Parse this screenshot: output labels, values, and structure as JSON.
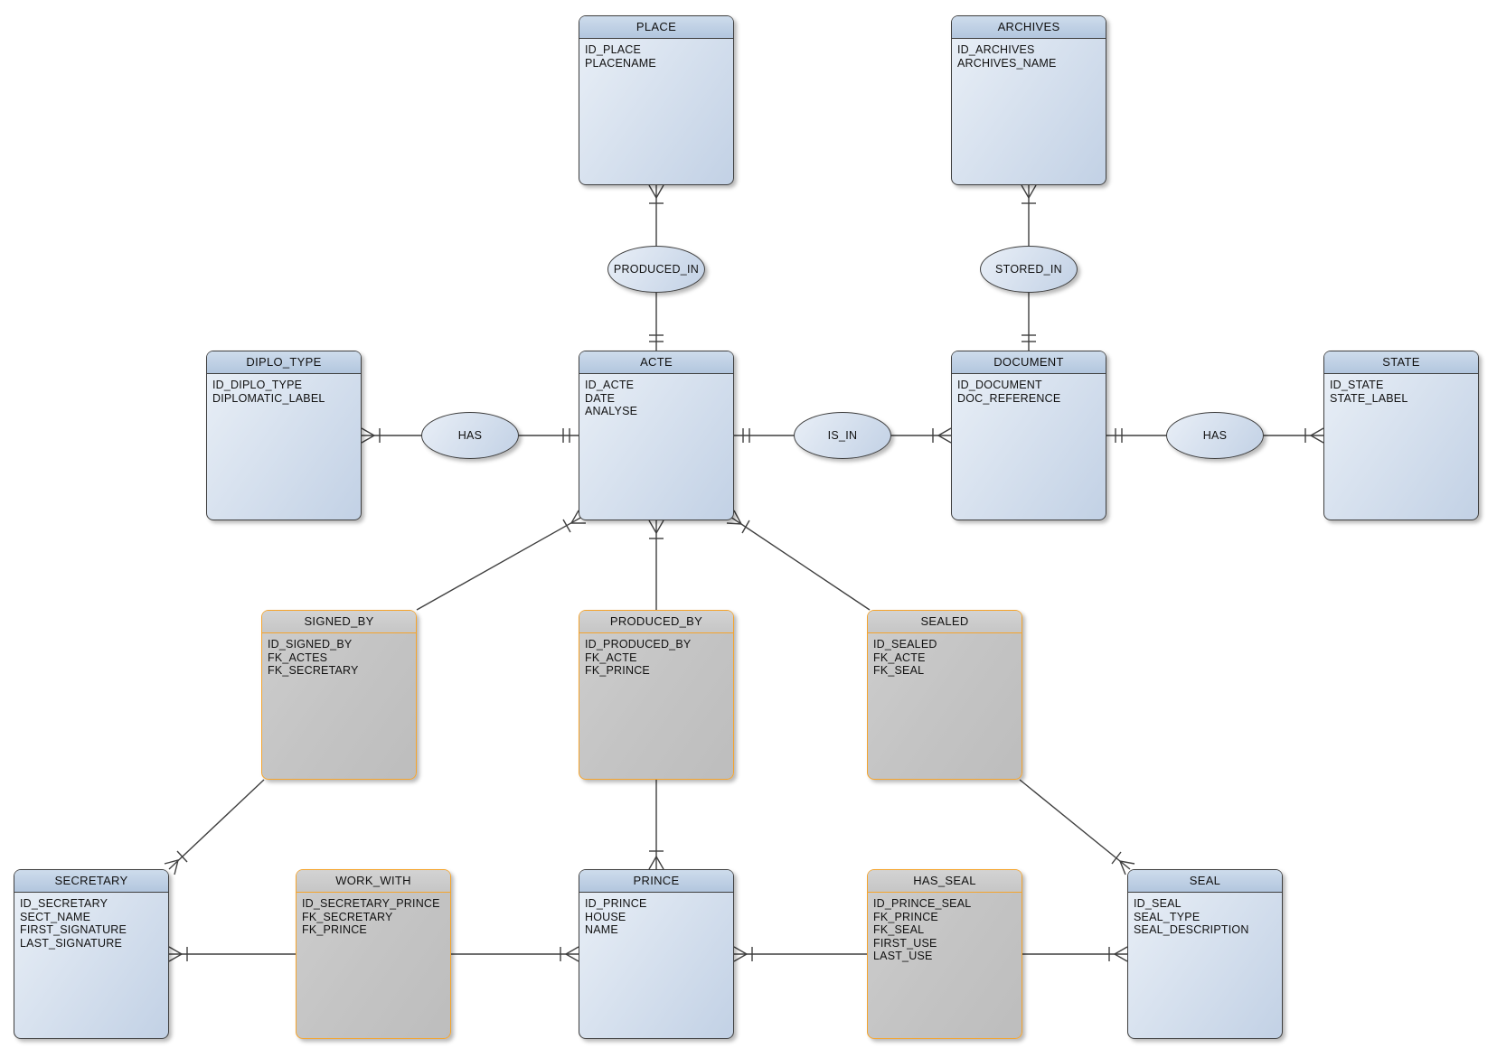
{
  "diagram": {
    "kind": "entity-relationship-diagram",
    "notation": "crow-foot with relationship ellipses"
  },
  "entities": [
    {
      "name": "PLACE",
      "kind": "entity",
      "attributes": [
        "ID_PLACE",
        "PLACENAME"
      ]
    },
    {
      "name": "ARCHIVES",
      "kind": "entity",
      "attributes": [
        "ID_ARCHIVES",
        "ARCHIVES_NAME"
      ]
    },
    {
      "name": "DIPLO_TYPE",
      "kind": "entity",
      "attributes": [
        "ID_DIPLO_TYPE",
        "DIPLOMATIC_LABEL"
      ]
    },
    {
      "name": "ACTE",
      "kind": "entity",
      "attributes": [
        "ID_ACTE",
        "DATE",
        "ANALYSE"
      ]
    },
    {
      "name": "DOCUMENT",
      "kind": "entity",
      "attributes": [
        "ID_DOCUMENT",
        "DOC_REFERENCE"
      ]
    },
    {
      "name": "STATE",
      "kind": "entity",
      "attributes": [
        "ID_STATE",
        "STATE_LABEL"
      ]
    },
    {
      "name": "SIGNED_BY",
      "kind": "junction",
      "attributes": [
        "ID_SIGNED_BY",
        "FK_ACTES",
        "FK_SECRETARY"
      ]
    },
    {
      "name": "PRODUCED_BY",
      "kind": "junction",
      "attributes": [
        "ID_PRODUCED_BY",
        "FK_ACTE",
        "FK_PRINCE"
      ]
    },
    {
      "name": "SEALED",
      "kind": "junction",
      "attributes": [
        "ID_SEALED",
        "FK_ACTE",
        "FK_SEAL"
      ]
    },
    {
      "name": "SECRETARY",
      "kind": "entity",
      "attributes": [
        "ID_SECRETARY",
        "SECT_NAME",
        "FIRST_SIGNATURE",
        "LAST_SIGNATURE"
      ]
    },
    {
      "name": "WORK_WITH",
      "kind": "junction",
      "attributes": [
        "ID_SECRETARY_PRINCE",
        "FK_SECRETARY",
        "FK_PRINCE"
      ]
    },
    {
      "name": "PRINCE",
      "kind": "entity",
      "attributes": [
        "ID_PRINCE",
        "HOUSE",
        "NAME"
      ]
    },
    {
      "name": "HAS_SEAL",
      "kind": "junction",
      "attributes": [
        "ID_PRINCE_SEAL",
        "FK_PRINCE",
        "FK_SEAL",
        "FIRST_USE",
        "LAST_USE"
      ]
    },
    {
      "name": "SEAL",
      "kind": "entity",
      "attributes": [
        "ID_SEAL",
        "SEAL_TYPE",
        "SEAL_DESCRIPTION"
      ]
    }
  ],
  "relationships": [
    {
      "label": "PRODUCED_IN"
    },
    {
      "label": "STORED_IN"
    },
    {
      "label": "HAS"
    },
    {
      "label": "IS_IN"
    },
    {
      "label": "HAS"
    }
  ],
  "connections": [
    {
      "from": "PLACE",
      "via": "PRODUCED_IN",
      "to": "ACTE",
      "from_marker": "crow-foot-bar",
      "to_marker": "double-bar"
    },
    {
      "from": "ARCHIVES",
      "via": "STORED_IN",
      "to": "DOCUMENT",
      "from_marker": "crow-foot-bar",
      "to_marker": "double-bar"
    },
    {
      "from": "DIPLO_TYPE",
      "via": "HAS",
      "to": "ACTE",
      "from_marker": "crow-foot-bar",
      "to_marker": "double-bar"
    },
    {
      "from": "ACTE",
      "via": "IS_IN",
      "to": "DOCUMENT",
      "from_marker": "double-bar",
      "to_marker": "bar-crow-foot"
    },
    {
      "from": "DOCUMENT",
      "via": "HAS",
      "to": "STATE",
      "from_marker": "double-bar",
      "to_marker": "bar-crow-foot"
    },
    {
      "from": "ACTE",
      "via": "SIGNED_BY",
      "to": "SECRETARY",
      "from_marker": "crow-foot-bar",
      "to_marker": "crow-foot-bar"
    },
    {
      "from": "ACTE",
      "via": "PRODUCED_BY",
      "to": "PRINCE",
      "from_marker": "crow-foot-bar",
      "to_marker": "crow-foot-bar"
    },
    {
      "from": "ACTE",
      "via": "SEALED",
      "to": "SEAL",
      "from_marker": "crow-foot-bar",
      "to_marker": "crow-foot-bar"
    },
    {
      "from": "SECRETARY",
      "via": "WORK_WITH",
      "to": "PRINCE",
      "from_marker": "crow-foot-bar",
      "to_marker": "crow-foot-bar"
    },
    {
      "from": "PRINCE",
      "via": "HAS_SEAL",
      "to": "SEAL",
      "from_marker": "crow-foot-bar",
      "to_marker": "crow-foot-bar"
    }
  ],
  "colors": {
    "entity_header": "#bdd0e5",
    "entity_body": "#d5e0ee",
    "entity_border": "#3f3f3f",
    "junction_border": "#f5a42c",
    "junction_body": "#c3c3c3",
    "connector_line": "#3f3f3f",
    "background": "#ffffff"
  }
}
